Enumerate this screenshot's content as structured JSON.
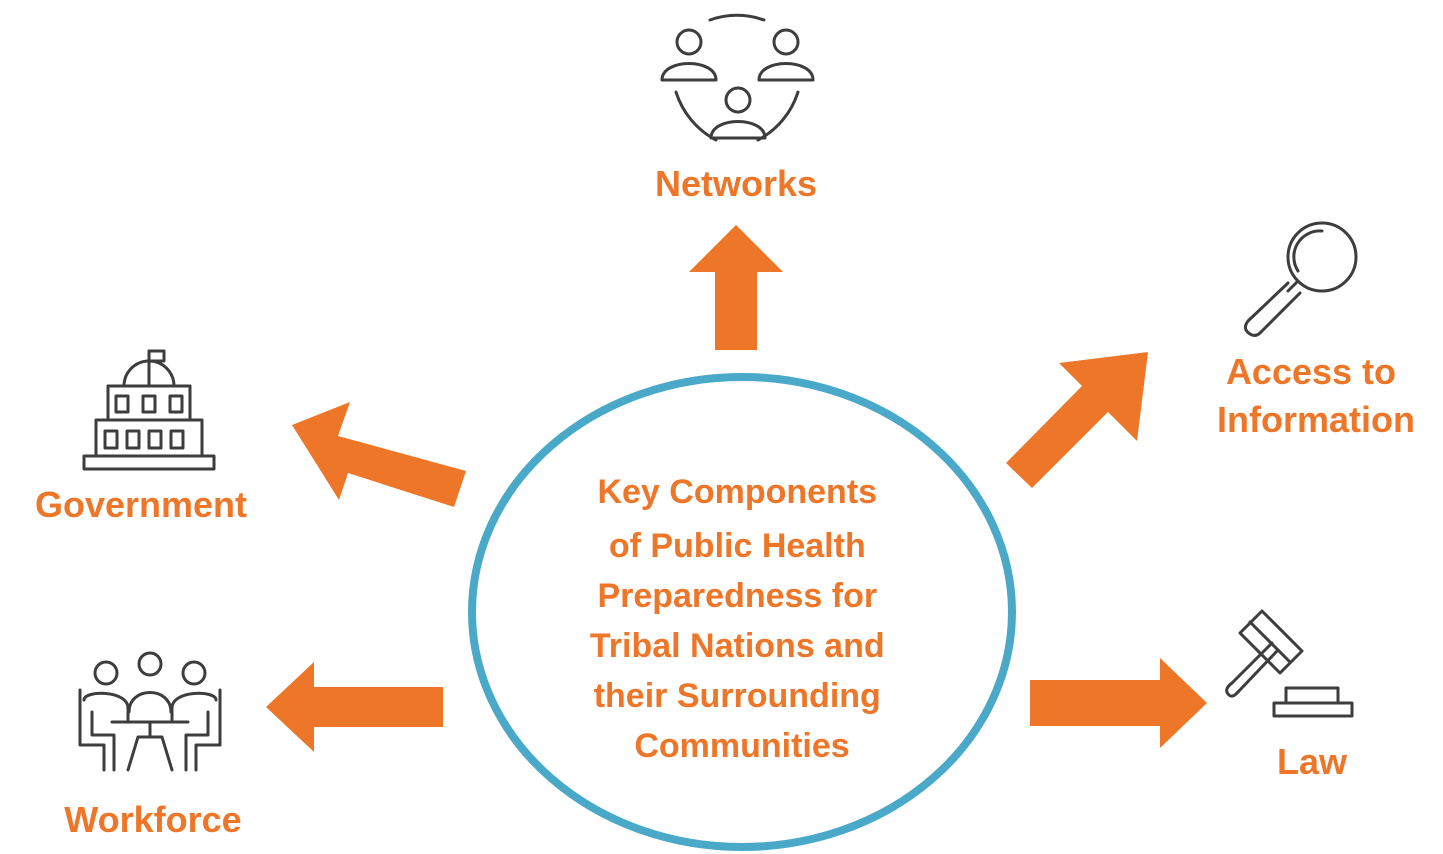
{
  "colors": {
    "accent": "#ee7628",
    "circle_outline": "#4aa9c9",
    "icon": "#3d3d3d"
  },
  "center": {
    "lines": [
      "Key Components",
      "of Public Health",
      "Preparedness for",
      "Tribal Nations and",
      "their Surrounding",
      "Communities"
    ]
  },
  "nodes": {
    "networks": {
      "label": "Networks",
      "icon": "people-network-icon"
    },
    "access": {
      "lines": [
        "Access to",
        "Information"
      ],
      "icon": "magnifying-glass-icon"
    },
    "government": {
      "label": "Government",
      "icon": "capitol-building-icon"
    },
    "workforce": {
      "label": "Workforce",
      "icon": "team-meeting-icon"
    },
    "law": {
      "label": "Law",
      "icon": "gavel-icon"
    }
  }
}
